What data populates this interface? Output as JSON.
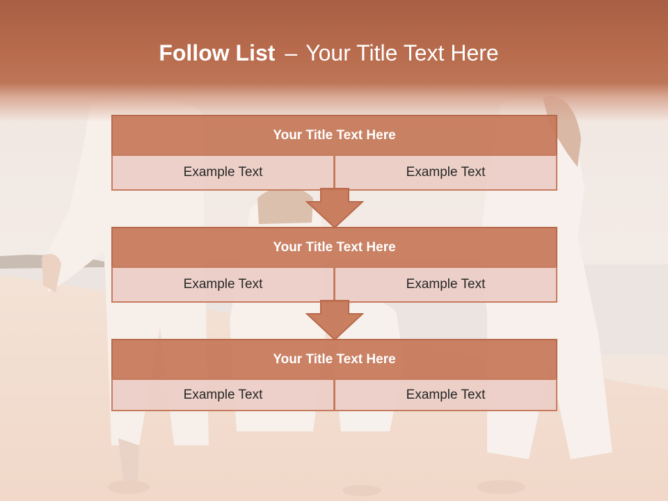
{
  "slide": {
    "title_bold": "Follow List",
    "title_separator": "–",
    "title_rest": "Your Title Text Here"
  },
  "colors": {
    "header": "#b96c4e",
    "block_title": "#c67859",
    "block_cell": "#ecccc6",
    "border": "#b9694b",
    "arrow": "#c67859"
  },
  "blocks": [
    {
      "title": "Your Title Text Here",
      "left": "Example Text",
      "right": "Example Text"
    },
    {
      "title": "Your Title Text Here",
      "left": "Example Text",
      "right": "Example Text"
    },
    {
      "title": "Your Title Text Here",
      "left": "Example Text",
      "right": "Example Text"
    }
  ],
  "arrows": [
    {
      "icon": "arrow-down-icon"
    },
    {
      "icon": "arrow-down-icon"
    }
  ]
}
